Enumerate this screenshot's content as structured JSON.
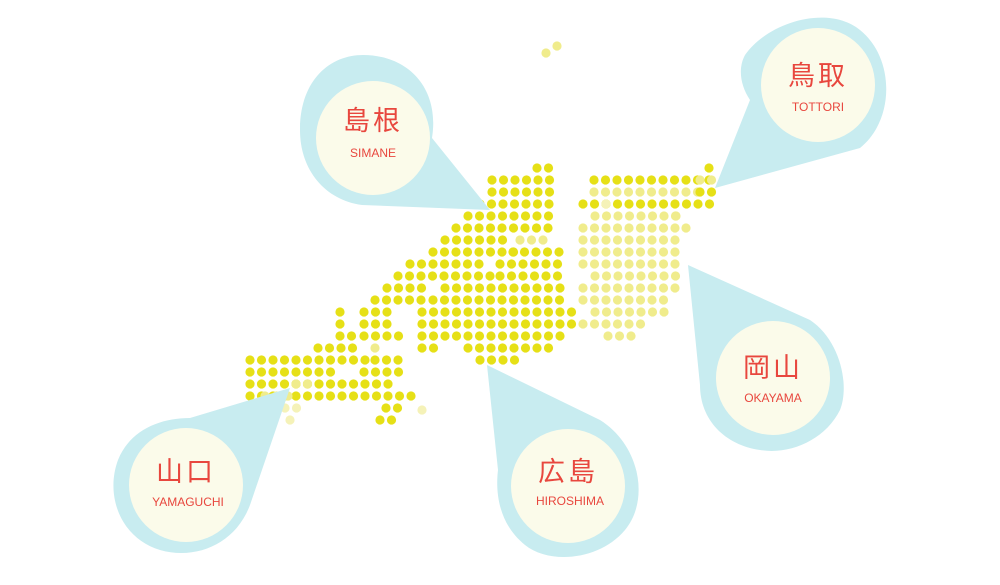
{
  "colors": {
    "dot_main": "#e6e016",
    "dot_light": "#f0ec8c",
    "dot_pale": "#f5f2b8",
    "pin_fill": "#c8ecf0",
    "pin_inner": "#fbfbea",
    "label": "#e8473e"
  },
  "prefectures": [
    {
      "id": "tottori",
      "kanji": "鳥取",
      "romaji": "TOTTORI"
    },
    {
      "id": "simane",
      "kanji": "島根",
      "romaji": "SIMANE"
    },
    {
      "id": "okayama",
      "kanji": "岡山",
      "romaji": "OKAYAMA"
    },
    {
      "id": "hiroshima",
      "kanji": "広島",
      "romaji": "HIROSHIMA"
    },
    {
      "id": "yamaguchi",
      "kanji": "山口",
      "romaji": "YAMAGUCHI"
    }
  ]
}
